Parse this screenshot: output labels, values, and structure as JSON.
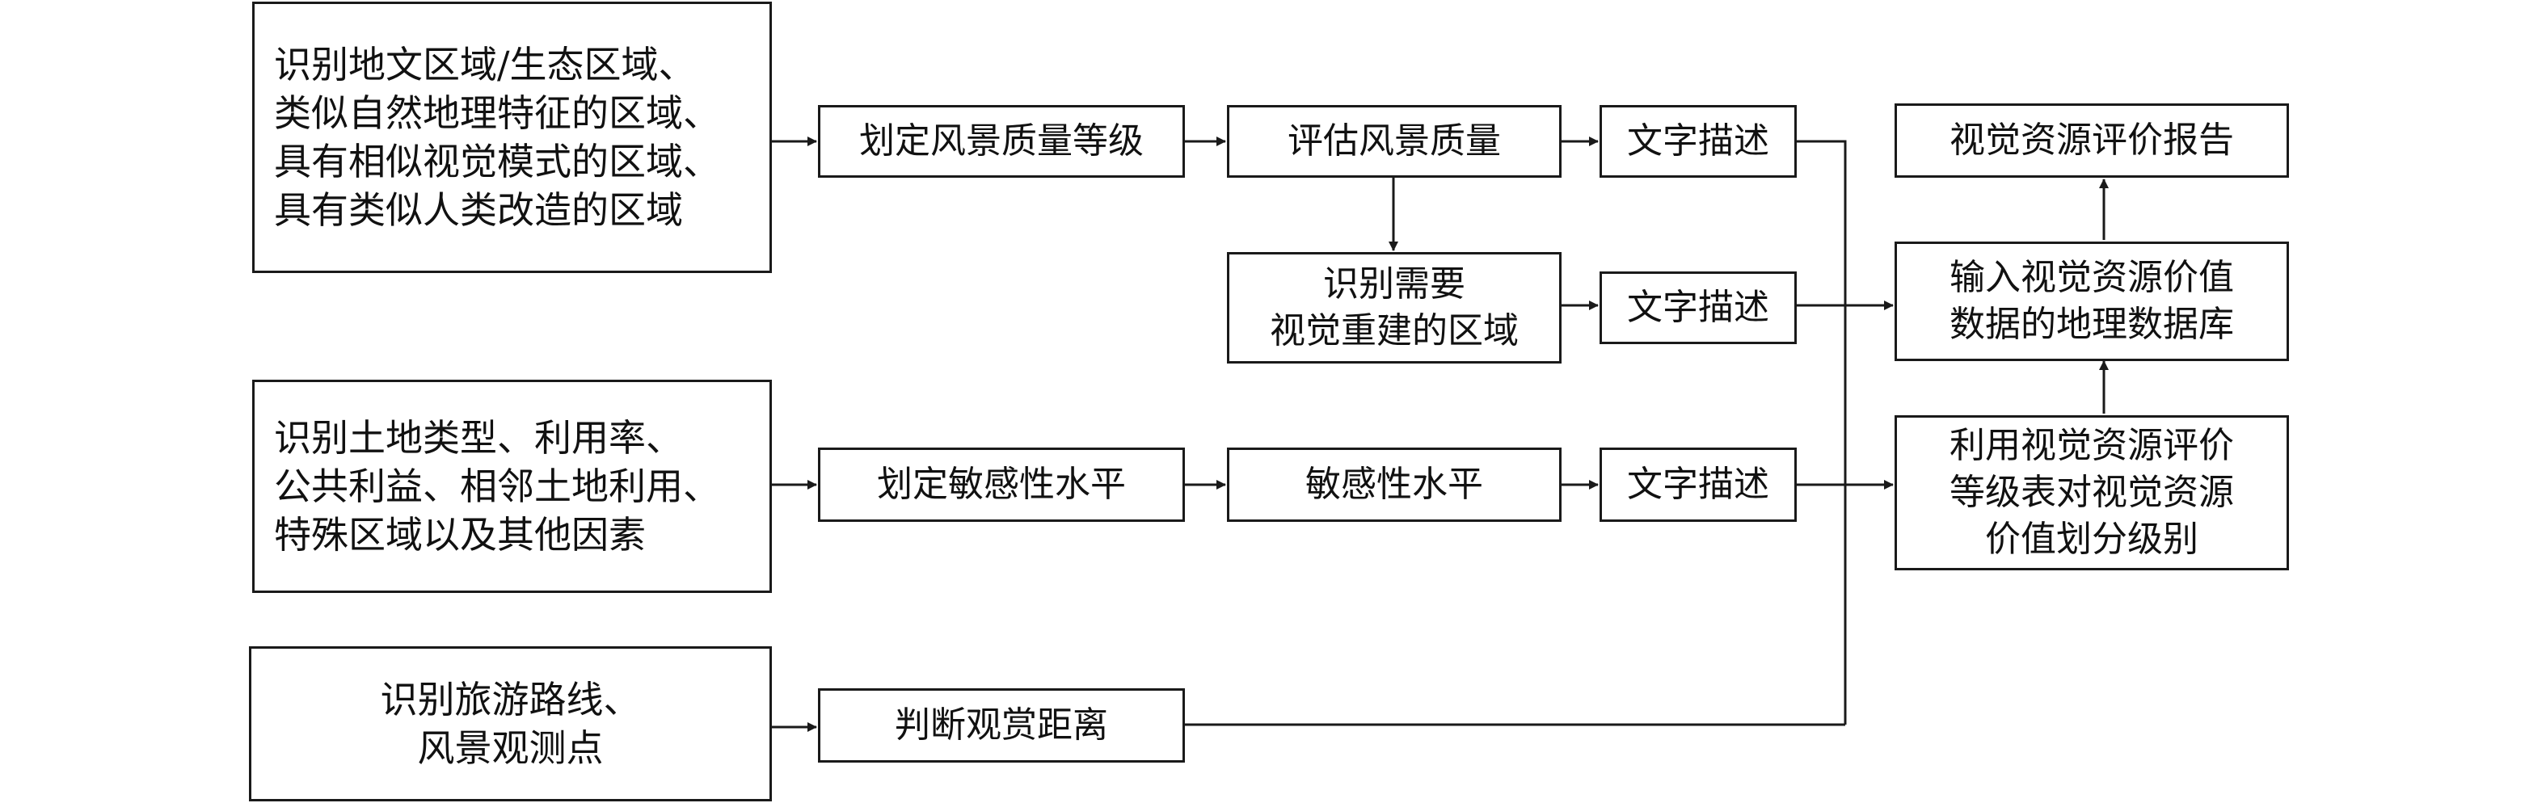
{
  "nodes": {
    "identify_regions": {
      "lines": [
        "识别地文区域/生态区域、",
        "类似自然地理特征的区域、",
        "具有相似视觉模式的区域、",
        "具有类似人类改造的区域"
      ]
    },
    "grade_quality": {
      "lines": [
        "划定风景质量等级"
      ]
    },
    "assess_quality": {
      "lines": [
        "评估风景质量"
      ]
    },
    "text_desc_1": {
      "lines": [
        "文字描述"
      ]
    },
    "identify_rebuild": {
      "lines": [
        "识别需要",
        "视觉重建的区域"
      ]
    },
    "text_desc_2": {
      "lines": [
        "文字描述"
      ]
    },
    "identify_land": {
      "lines": [
        "识别土地类型、利用率、",
        "公共利益、相邻土地利用、",
        "特殊区域以及其他因素"
      ]
    },
    "grade_sensitivity": {
      "lines": [
        "划定敏感性水平"
      ]
    },
    "sensitivity_level": {
      "lines": [
        "敏感性水平"
      ]
    },
    "text_desc_3": {
      "lines": [
        "文字描述"
      ]
    },
    "identify_routes": {
      "lines": [
        "识别旅游路线、",
        "风景观测点"
      ]
    },
    "judge_distance": {
      "lines": [
        "判断观赏距离"
      ]
    },
    "report": {
      "lines": [
        "视觉资源评价报告"
      ]
    },
    "database": {
      "lines": [
        "输入视觉资源价值",
        "数据的地理数据库"
      ]
    },
    "classify": {
      "lines": [
        "利用视觉资源评价",
        "等级表对视觉资源",
        "价值划分级别"
      ]
    }
  },
  "colors": {
    "stroke": "#1a1a1a",
    "text": "#111111",
    "background": "#ffffff"
  }
}
